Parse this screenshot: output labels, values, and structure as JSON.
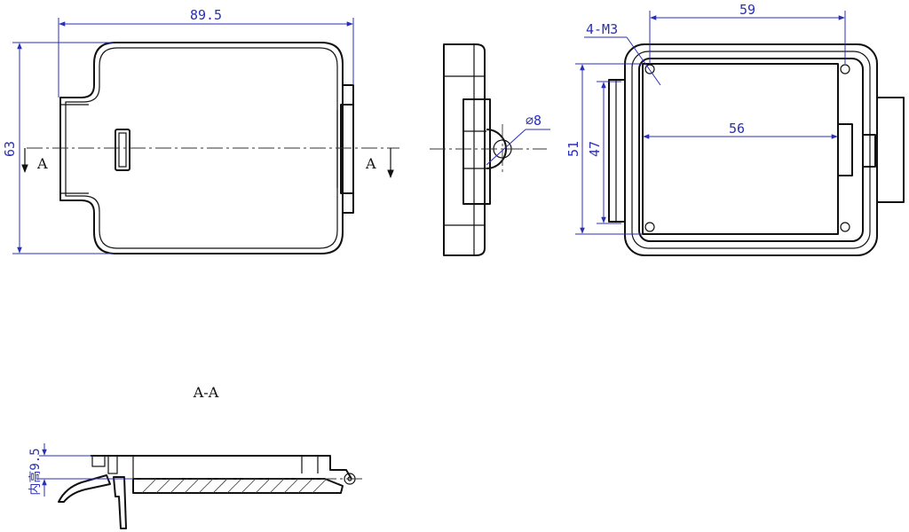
{
  "front_view": {
    "width_dim": "89.5",
    "height_dim": "63",
    "section_mark_left": "A",
    "section_mark_right": "A"
  },
  "side_view": {
    "hinge_dim": "∅8"
  },
  "back_view": {
    "hole_spacing_dim": "59",
    "hole_callout": "4-M3",
    "inner_width_dim": "56",
    "outer_height_dim": "51",
    "inner_height_dim": "47"
  },
  "section_view": {
    "title": "A-A",
    "inner_height_label": "内高9.5"
  },
  "colors": {
    "line": "#111111",
    "dimension": "#2a2fb8"
  }
}
